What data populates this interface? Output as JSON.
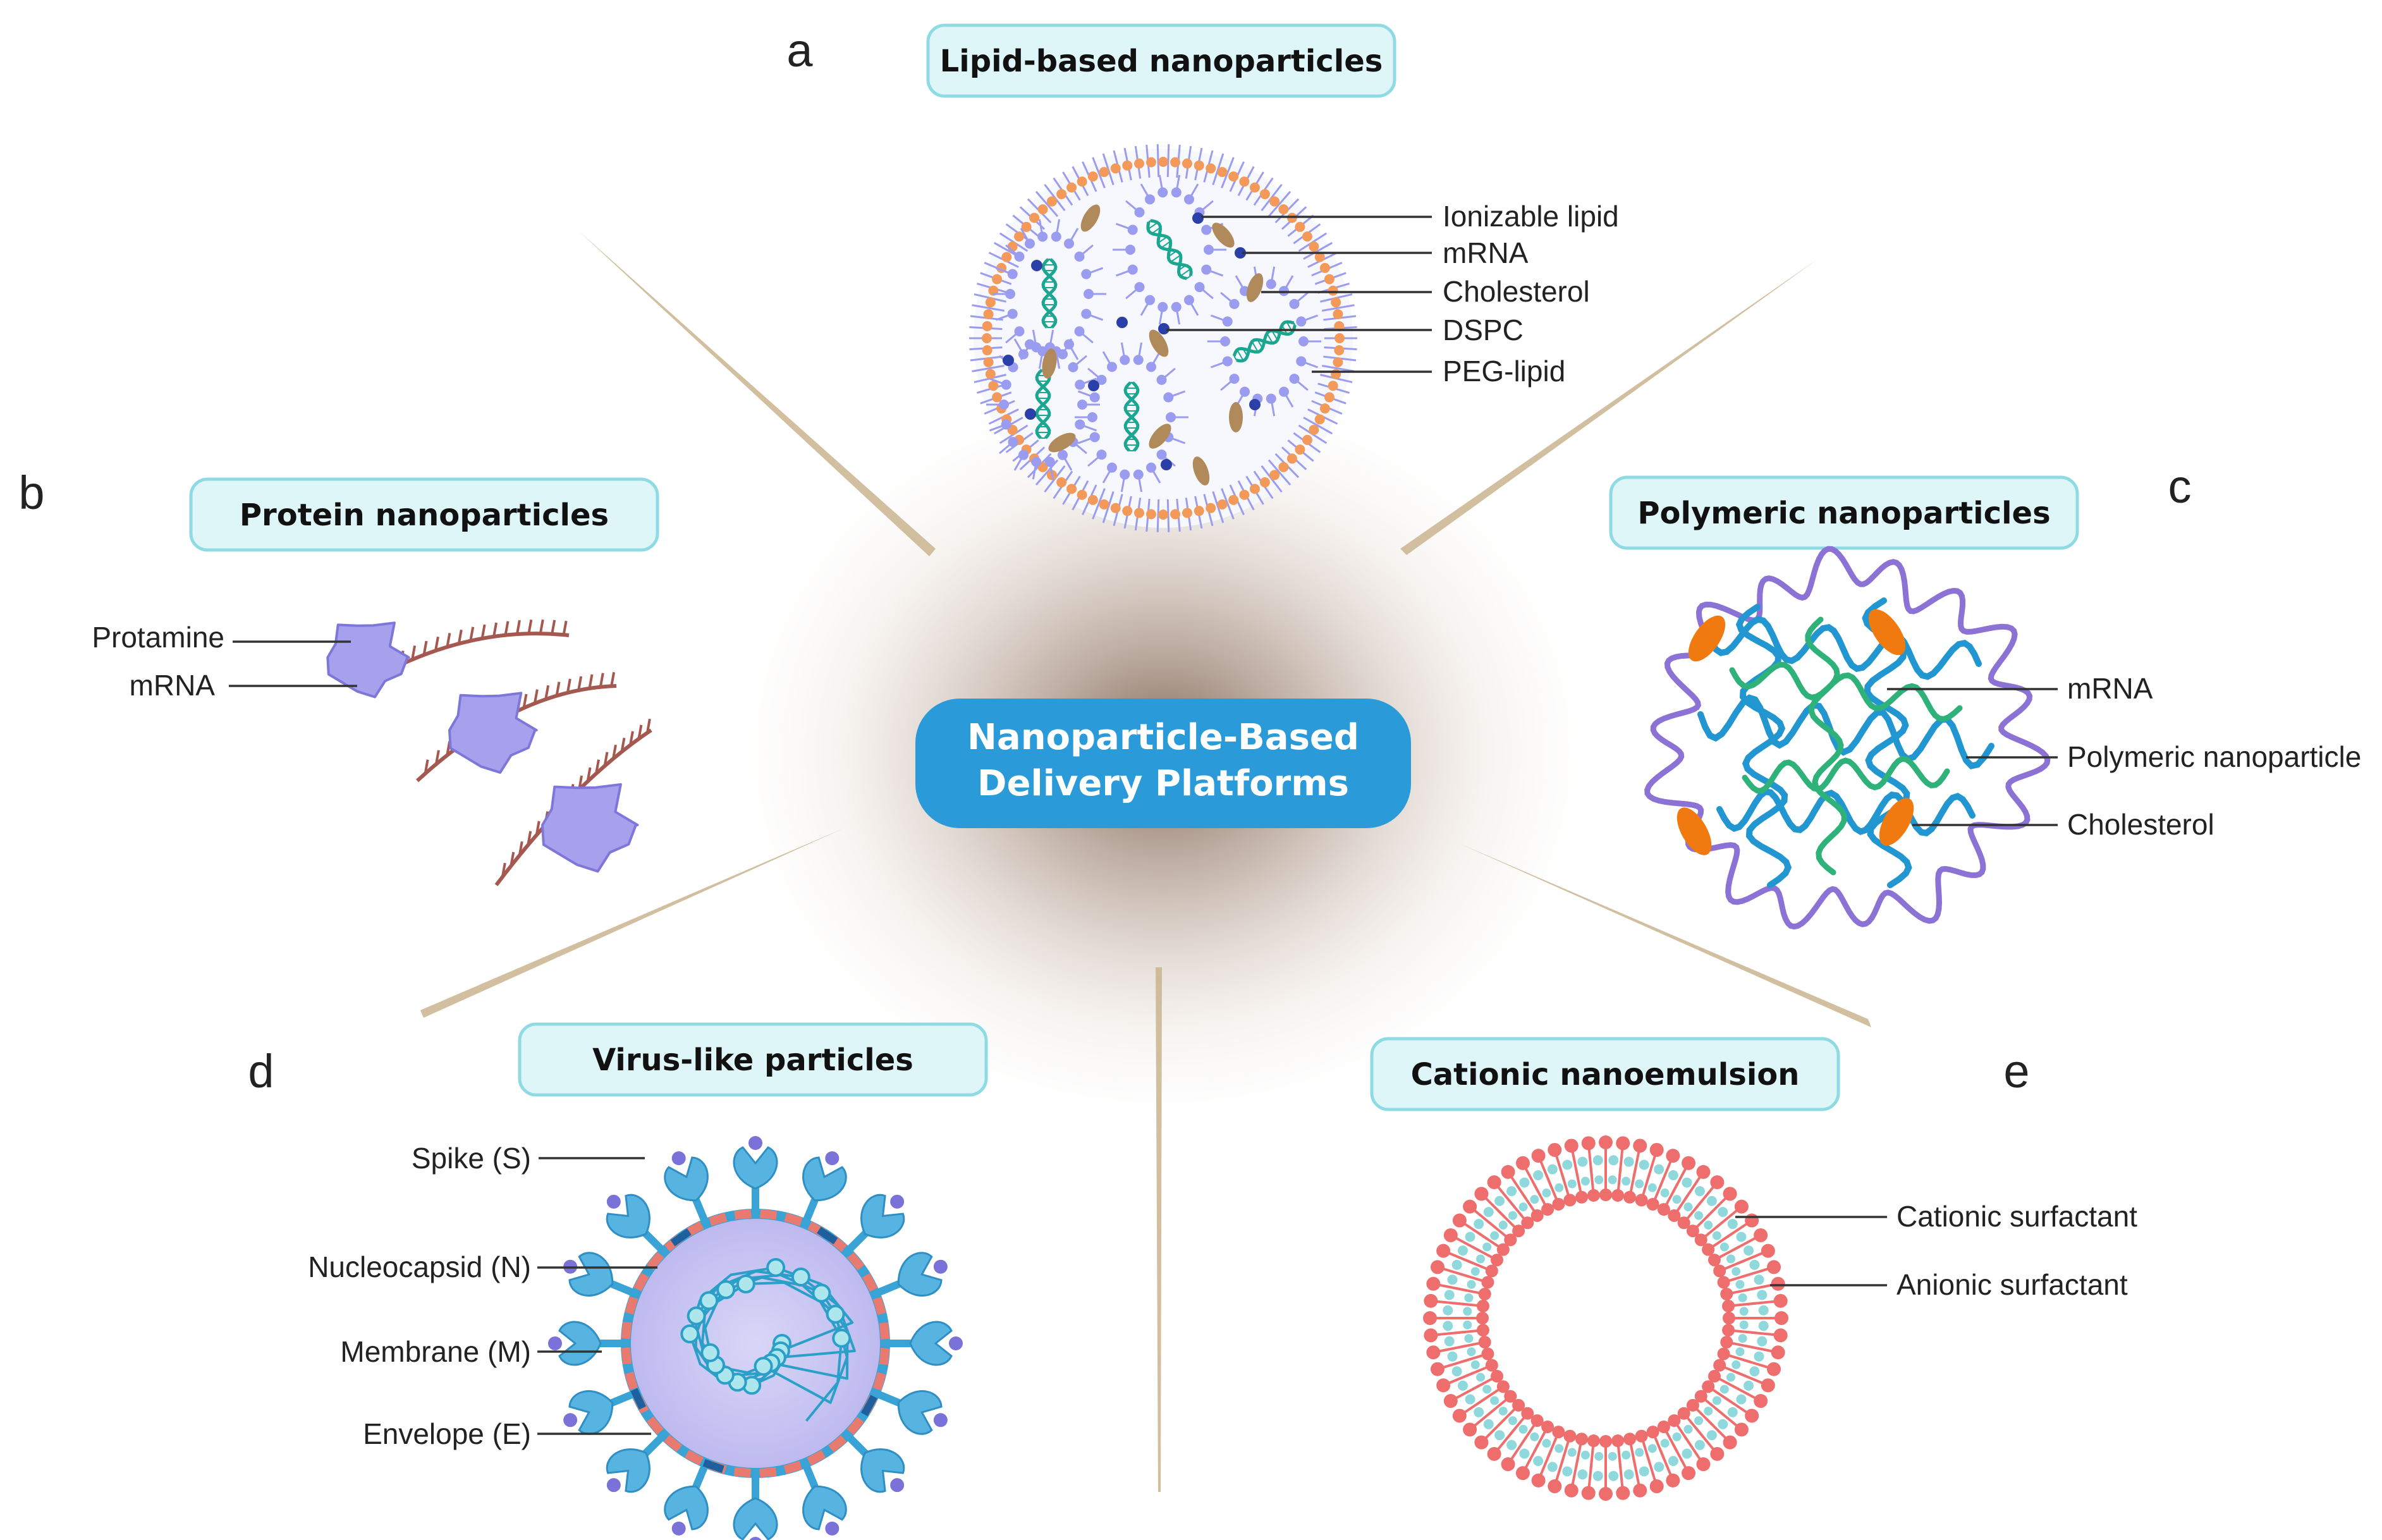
{
  "center": {
    "line1": "Nanoparticle-Based",
    "line2": "Delivery Platforms",
    "color": "#2a9ad8"
  },
  "panels": {
    "a": {
      "letter": "a",
      "title": "Lipid-based nanoparticles",
      "labels": [
        "Ionizable lipid",
        "mRNA",
        "Cholesterol",
        "DSPC",
        "PEG-lipid"
      ]
    },
    "b": {
      "letter": "b",
      "title": "Protein nanoparticles",
      "labels": [
        "Protamine",
        "mRNA"
      ]
    },
    "c": {
      "letter": "c",
      "title": "Polymeric nanoparticles",
      "labels": [
        "mRNA",
        "Polymeric nanoparticle",
        "Cholesterol"
      ]
    },
    "d": {
      "letter": "d",
      "title": "Virus-like particles",
      "labels": [
        "Spike (S)",
        "Nucleocapsid (N)",
        "Membrane (M)",
        "Envelope (E)"
      ]
    },
    "e": {
      "letter": "e",
      "title": "Cationic nanoemulsion",
      "labels": [
        "Cationic surfactant",
        "Anionic surfactant"
      ]
    }
  },
  "colors": {
    "title_box_fill": "#dff6f8",
    "title_box_stroke": "#8fdbe4",
    "ray": "#c9b48f",
    "lipid_purple": "#9a9cf0",
    "lipid_orange": "#f39a5a",
    "mrna_teal": "#1aa690",
    "protein_purple": "#a7a0ec",
    "mrna_brown": "#a4584f",
    "polymer_purple": "#8d72d6",
    "polymer_blue": "#2196d0",
    "polymer_green": "#2fb27a",
    "cholesterol_orange": "#f07a10",
    "virus_blue": "#3aa3d6",
    "virus_fill": "#c9c6f2",
    "membrane_red": "#e97a6f",
    "emulsion_red": "#ee6e6e",
    "emulsion_cyan": "#8fd8dc"
  }
}
